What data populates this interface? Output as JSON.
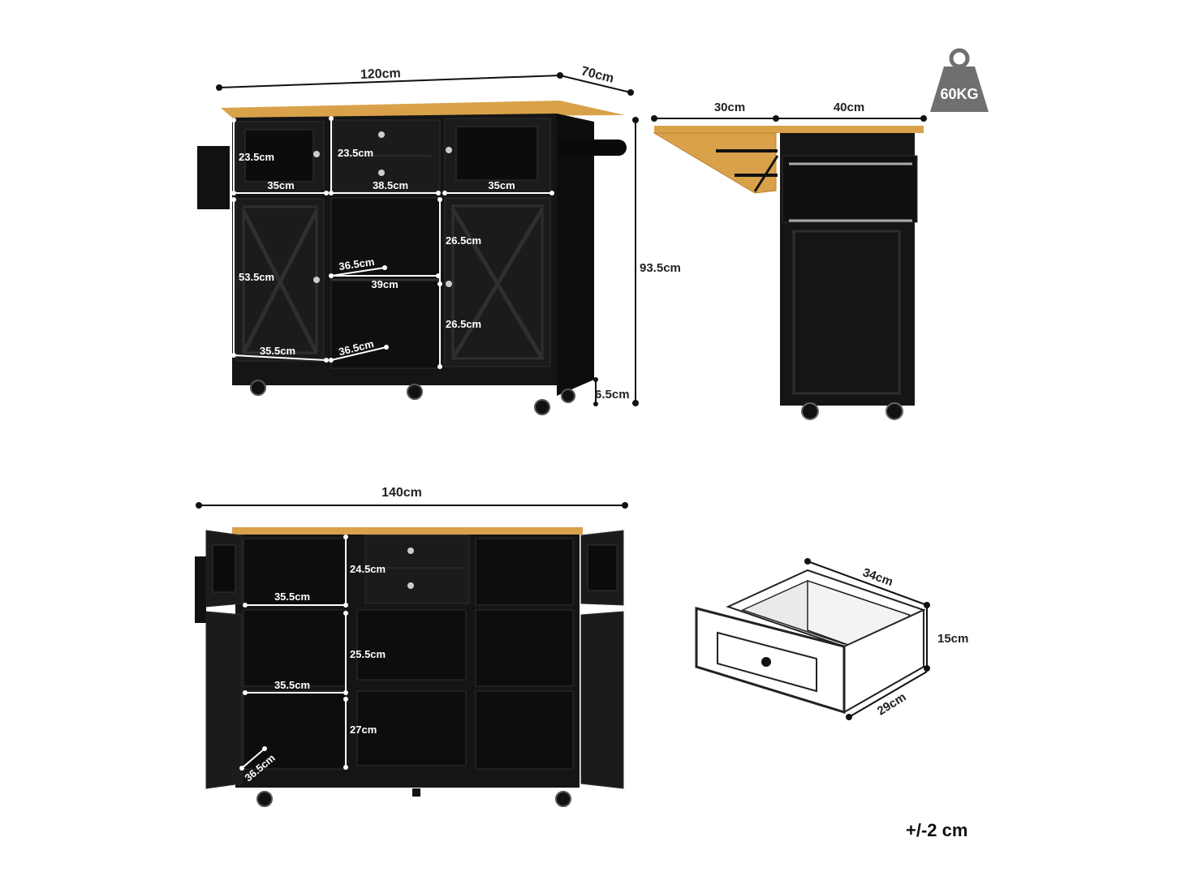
{
  "colors": {
    "cabinet": "#151515",
    "cabinet_edge": "#2a2a2a",
    "wood_top": "#d9a24a",
    "weight_badge": "#6f6f6f"
  },
  "weight_badge": {
    "label": "60KG"
  },
  "tolerance": "+/-2 cm",
  "front_view": {
    "width": "120cm",
    "depth": "70cm",
    "height": "93.5cm",
    "wheel_height": "6.5cm",
    "top_left_door_height": "23.5cm",
    "top_left_door_width": "35cm",
    "drawer_height": "23.5cm",
    "drawer_width": "38.5cm",
    "top_right_door_width": "35cm",
    "lower_left_door_height": "53.5cm",
    "lower_left_door_width": "35.5cm",
    "shelf_depth_upper": "36.5cm",
    "shelf_width": "39cm",
    "shelf_depth_lower": "36.5cm",
    "right_upper_height": "26.5cm",
    "right_lower_height": "26.5cm"
  },
  "side_view": {
    "flap_width": "30cm",
    "top_width": "40cm"
  },
  "open_view": {
    "width": "140cm",
    "upper_height": "24.5cm",
    "upper_width": "35.5cm",
    "middle_height": "25.5cm",
    "middle_width": "35.5cm",
    "lower_height": "27cm",
    "lower_depth": "36.5cm"
  },
  "drawer_view": {
    "length": "34cm",
    "height": "15cm",
    "width": "29cm"
  }
}
